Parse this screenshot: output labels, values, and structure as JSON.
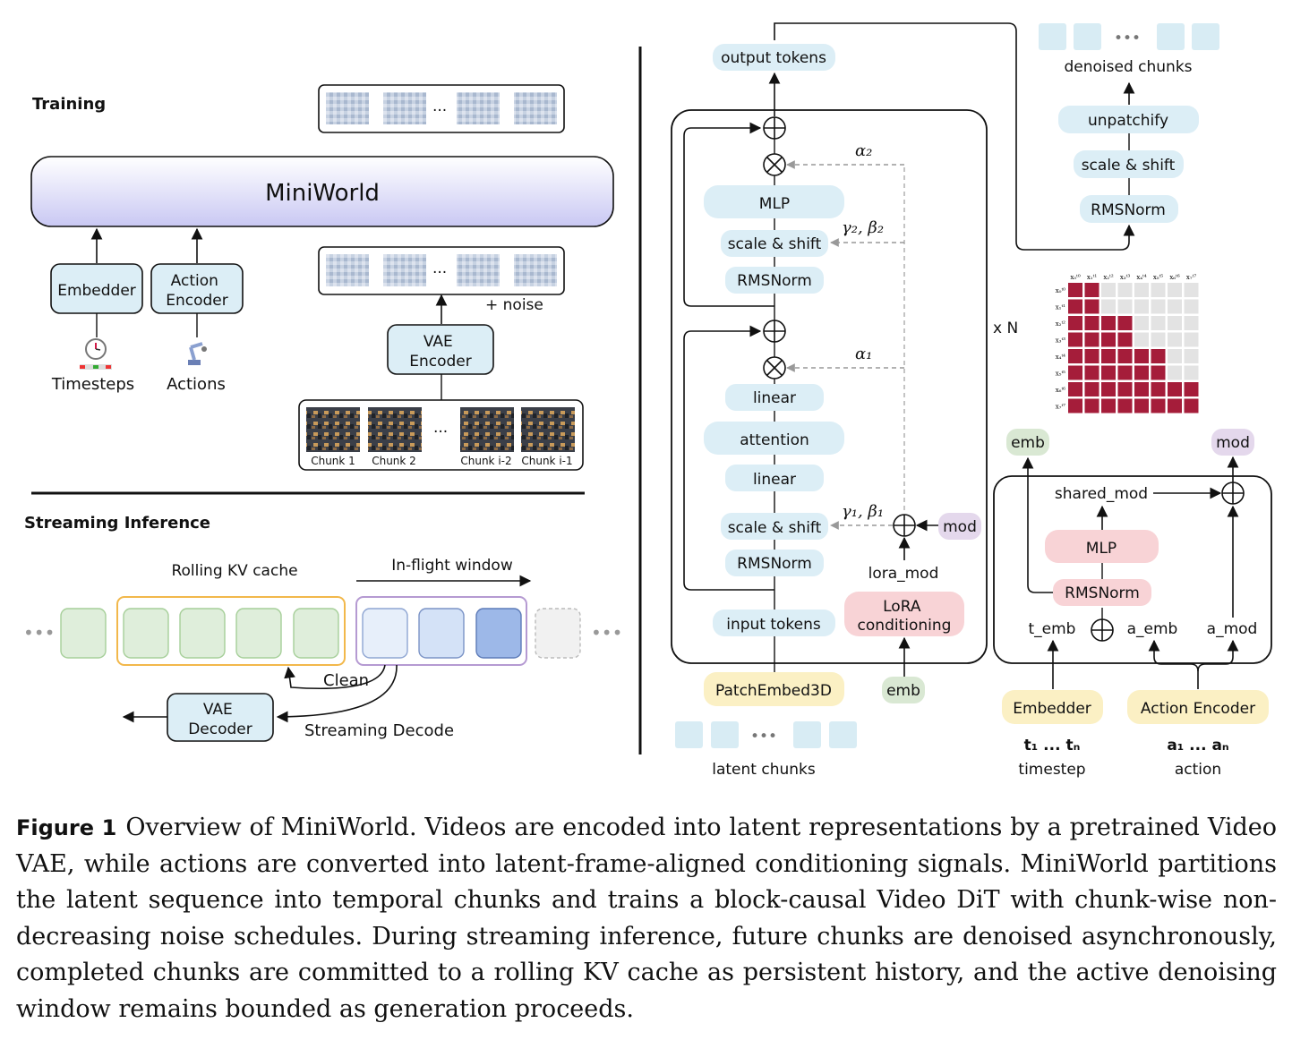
{
  "training": {
    "heading": "Training",
    "model_label": "MiniWorld",
    "embedder_label": "Embedder",
    "action_encoder_label": "Action\nEncoder",
    "timesteps_label": "Timesteps",
    "actions_label": "Actions",
    "vae_encoder_label": "VAE\nEncoder",
    "noise_label": "+ noise",
    "ellipsis": "...",
    "chunks": [
      "Chunk 1",
      "Chunk 2",
      "Chunk i-2",
      "Chunk i-1"
    ]
  },
  "inference": {
    "heading": "Streaming Inference",
    "kv_cache_label": "Rolling KV cache",
    "window_label": "In-flight window",
    "clean_label": "Clean",
    "vae_decoder_label": "VAE\nDecoder",
    "streaming_decode_label": "Streaming Decode",
    "dots": "•••"
  },
  "dit": {
    "output_tokens": "output tokens",
    "mlp": "MLP",
    "scale_shift": "scale & shift",
    "rmsnorm": "RMSNorm",
    "linear": "linear",
    "attention": "attention",
    "input_tokens": "input tokens",
    "lora_conditioning": "LoRA\nconditioning",
    "lora_mod": "lora_mod",
    "mod": "mod",
    "emb": "emb",
    "patch_embed": "PatchEmbed3D",
    "latent_chunks": "latent chunks",
    "alpha2": "α₂",
    "gamma2_beta2": "γ₂, β₂",
    "alpha1": "α₁",
    "gamma1_beta1": "γ₁, β₁",
    "repeat_label": "x N",
    "dots": "•••"
  },
  "output_side": {
    "denoised_chunks": "denoised chunks",
    "unpatchify": "unpatchify",
    "scale_shift": "scale & shift",
    "rmsnorm": "RMSNorm",
    "dots": "•••"
  },
  "mask": {
    "labels": [
      "x₀ᵗ⁰",
      "x₁ᵗ¹",
      "x₂ᵗ²",
      "x₃ᵗ³",
      "x₄ᵗ⁴",
      "x₅ᵗ⁵",
      "x₆ᵗ⁶",
      "x₇ᵗ⁷"
    ],
    "visible_rows": [
      [
        1,
        1,
        0,
        0,
        0,
        0,
        0,
        0
      ],
      [
        1,
        1,
        0,
        0,
        0,
        0,
        0,
        0
      ],
      [
        1,
        1,
        1,
        1,
        0,
        0,
        0,
        0
      ],
      [
        1,
        1,
        1,
        1,
        0,
        0,
        0,
        0
      ],
      [
        1,
        1,
        1,
        1,
        1,
        1,
        0,
        0
      ],
      [
        1,
        1,
        1,
        1,
        1,
        1,
        0,
        0
      ],
      [
        1,
        1,
        1,
        1,
        1,
        1,
        1,
        1
      ],
      [
        1,
        1,
        1,
        1,
        1,
        1,
        1,
        1
      ]
    ],
    "color_on": "#a51d3a",
    "color_off": "#e3e3e3"
  },
  "conditioning": {
    "emb": "emb",
    "mod": "mod",
    "shared_mod": "shared_mod",
    "mlp": "MLP",
    "rmsnorm": "RMSNorm",
    "t_emb": "t_emb",
    "a_emb": "a_emb",
    "a_mod": "a_mod",
    "embedder": "Embedder",
    "action_encoder": "Action Encoder",
    "timestep_seq": "t₁ ... tₙ",
    "timestep_label": "timestep",
    "action_seq": "a₁ ... aₙ",
    "action_label": "action"
  },
  "caption": {
    "label": "Figure 1",
    "text": "Overview of MiniWorld. Videos are encoded into latent representations by a pretrained Video VAE, while actions are converted into latent-frame-aligned conditioning signals. MiniWorld partitions the latent sequence into temporal chunks and trains a block-causal Video DiT with chunk-wise non-decreasing noise schedules. During streaming inference, future chunks are denoised asynchronously, completed chunks are committed to a rolling KV cache as persistent history, and the active denoising window remains bounded as generation proceeds."
  },
  "colors": {
    "block_blue": "#dceef6",
    "lora_pink": "#f8d3d6",
    "emb_green": "#d9e8d3",
    "mod_purple": "#e4d8ec",
    "patch_yellow": "#fbf0c4",
    "kv_orange": "#f2b84b",
    "window_purple": "#b59ad2",
    "cache_green": "#dfeedb"
  }
}
